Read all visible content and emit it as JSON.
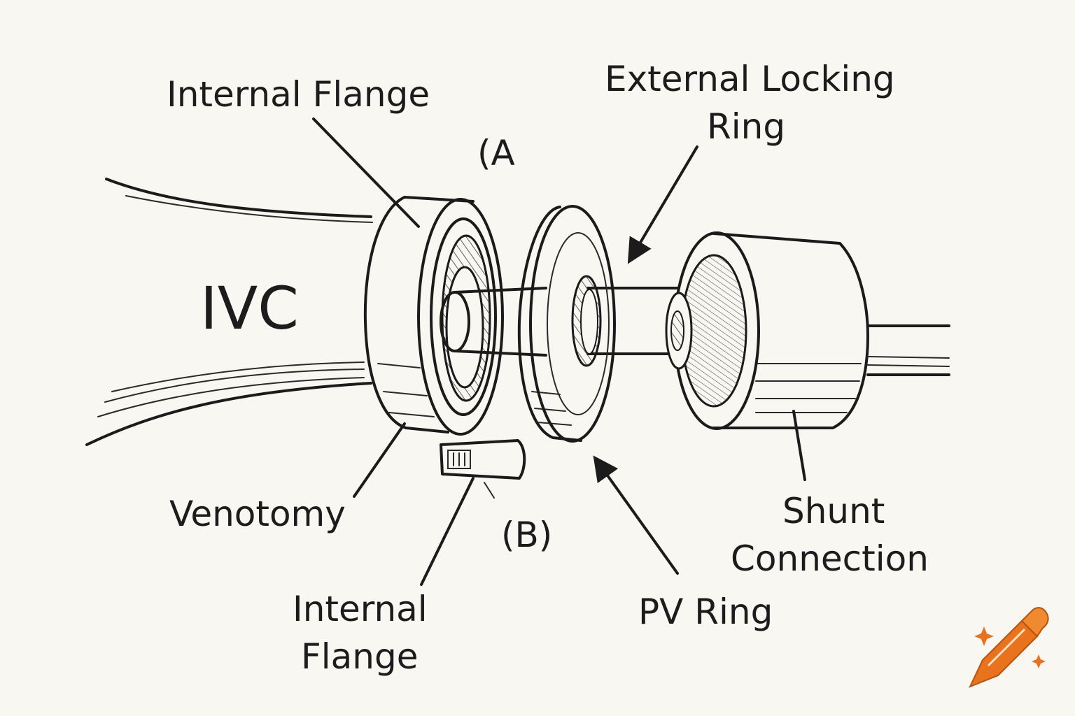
{
  "labels": {
    "internal_flange_top": "Internal Flange",
    "marker_a": "(A",
    "external_locking_ring_line1": "External Locking",
    "external_locking_ring_line2": "Ring",
    "ivc": "IVC",
    "venotomy": "Venotomy",
    "marker_b": "(B)",
    "internal_flange_bottom_line1": "Internal",
    "internal_flange_bottom_line2": "Flange",
    "pv_ring": "PV Ring",
    "shunt_connection_line1": "Shunt",
    "shunt_connection_line2": "Connection"
  },
  "icons": {
    "logo": "crayon-sparkle-icon"
  },
  "colors": {
    "background": "#f8f7f2",
    "ink": "#1b1b1b",
    "logo_orange": "#e8731c"
  }
}
